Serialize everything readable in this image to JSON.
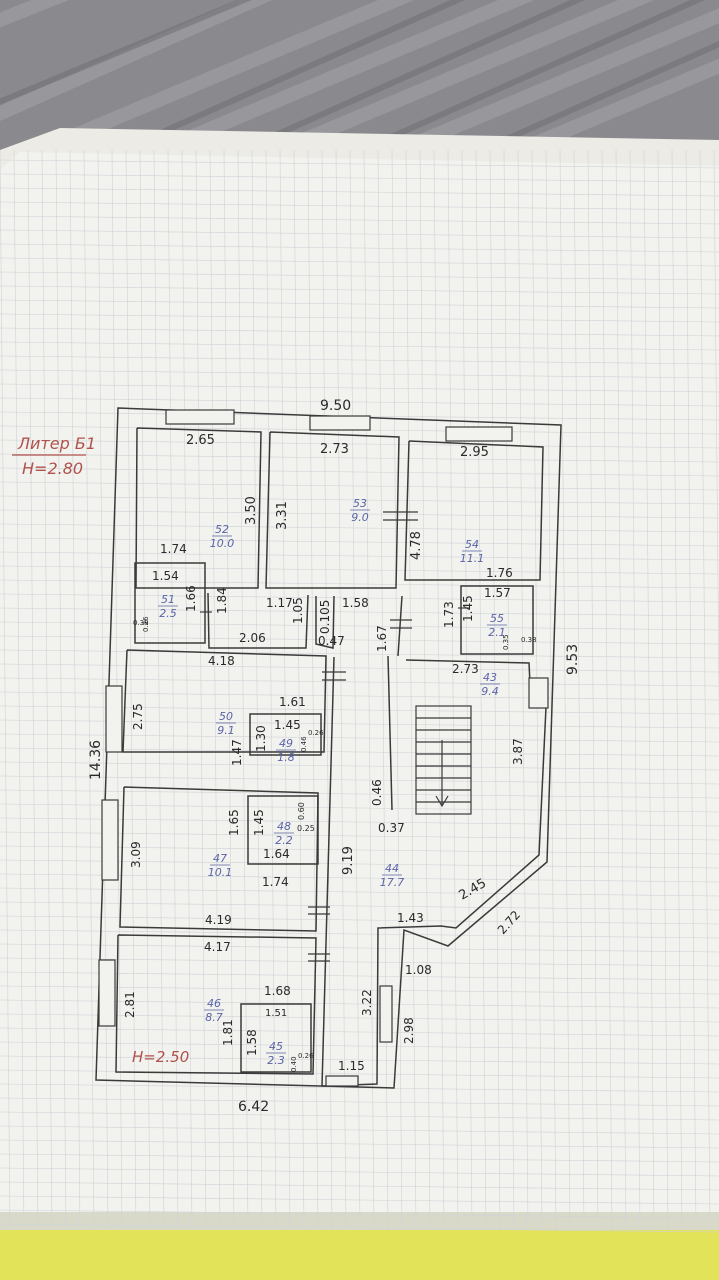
{
  "header": {
    "liter": "Литер Б1",
    "height_main": "H=2.80",
    "height_lower": "H=2.50"
  },
  "overall_dims": {
    "width_top": "9.50",
    "height_left": "14.36",
    "height_right": "9.53",
    "width_bottom": "6.42"
  },
  "rooms": [
    {
      "num": "52",
      "area": "10.0"
    },
    {
      "num": "53",
      "area": "9.0"
    },
    {
      "num": "54",
      "area": "11.1"
    },
    {
      "num": "51",
      "area": "2.5"
    },
    {
      "num": "55",
      "area": "2.1"
    },
    {
      "num": "43",
      "area": "9.4"
    },
    {
      "num": "50",
      "area": "9.1"
    },
    {
      "num": "49",
      "area": "1.8"
    },
    {
      "num": "48",
      "area": "2.2"
    },
    {
      "num": "47",
      "area": "10.1"
    },
    {
      "num": "44",
      "area": "17.7"
    },
    {
      "num": "46",
      "area": "8.7"
    },
    {
      "num": "45",
      "area": "2.3"
    }
  ],
  "dims": [
    "2.65",
    "2.73",
    "2.95",
    "3.50",
    "3.31",
    "4.78",
    "1.74",
    "1.76",
    "1.54",
    "1.57",
    "1.66",
    "1.84",
    "1.17",
    "1.05",
    "1.58",
    "1.67",
    "1.73",
    "1.45",
    "0.38",
    "0.26",
    "0.35",
    "0.38",
    "2.06",
    "0.47",
    "0.105",
    "4.18",
    "2.73",
    "2.75",
    "1.61",
    "1.45",
    "1.47",
    "1.30",
    "0.46",
    "0.26",
    "1.65",
    "1.45",
    "0.60",
    "0.25",
    "1.64",
    "3.09",
    "1.74",
    "9.19",
    "0.46",
    "0.37",
    "3.87",
    "4.19",
    "2.45",
    "1.43",
    "2.72",
    "4.17",
    "1.08",
    "2.81",
    "1.68",
    "1.51",
    "1.81",
    "1.58",
    "0.40",
    "0.26",
    "3.22",
    "2.98",
    "1.15"
  ]
}
